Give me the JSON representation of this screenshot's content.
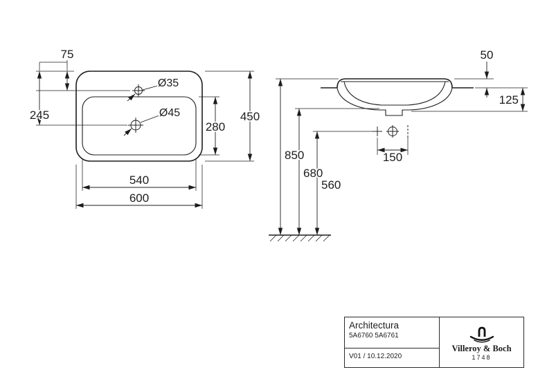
{
  "top_view": {
    "tap_offset": "75",
    "drain_rear_offset": "245",
    "tap_hole_diameter": "Ø35",
    "drain_diameter": "Ø45",
    "bowl_depth": "280",
    "overall_depth": "450",
    "bowl_width": "540",
    "overall_width": "600"
  },
  "side_view": {
    "rim_above_counter": "50",
    "depth_below_counter": "125",
    "rim_height_from_floor": "850",
    "underside_height": "680",
    "outlet_height": "560",
    "outlet_spacing": "150"
  },
  "title_block": {
    "series": "Architectura",
    "article_numbers": "5A6760 5A6761",
    "version_date": "V01 / 10.12.2020",
    "brand": "Villeroy & Boch",
    "established_year": "1748"
  }
}
